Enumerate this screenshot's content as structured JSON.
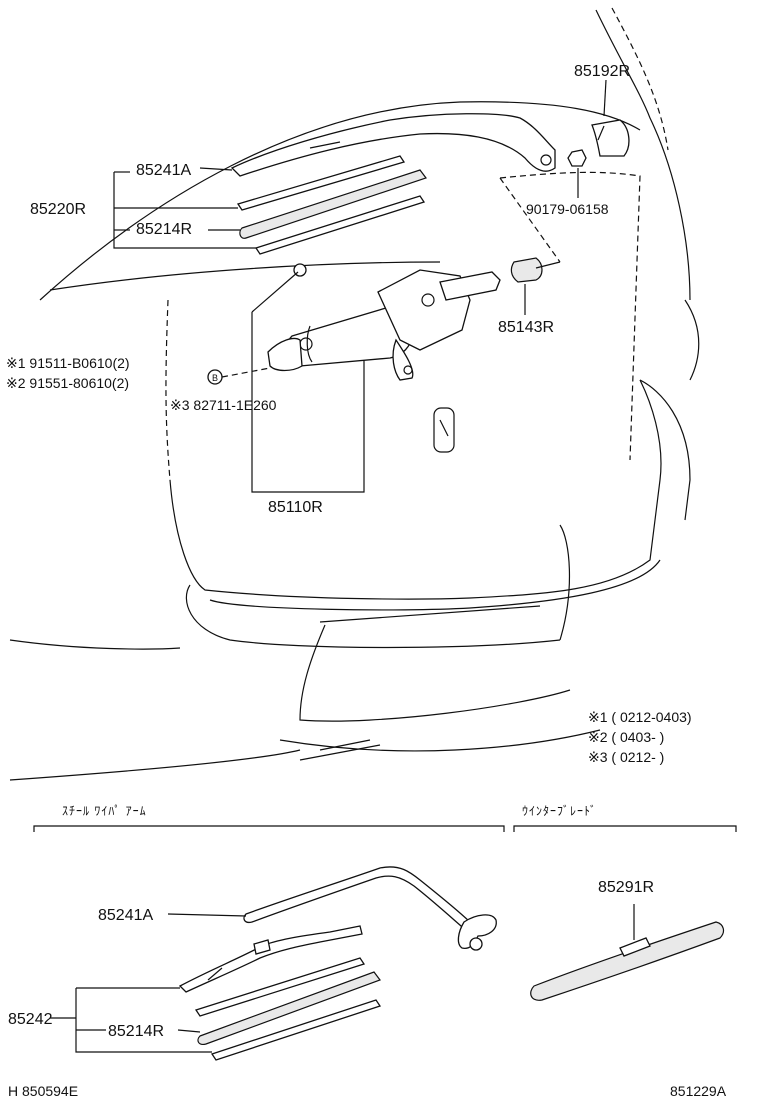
{
  "labels": {
    "p85192R": "85192R",
    "p85241A_top": "85241A",
    "p85220R": "85220R",
    "p85214R_top": "85214R",
    "p90179": "90179-06158",
    "p85143R": "85143R",
    "note1": "※1 91511-B0610(2)",
    "note2": "※2 91551-80610(2)",
    "bolt_marker": "B",
    "note3": "※3 82711-1E260",
    "p85110R": "85110R",
    "p85241A_bottom": "85241A",
    "p85242": "85242",
    "p85214R_bottom": "85214R",
    "p85291R": "85291R"
  },
  "legend": {
    "line1": "※1 ( 0212-0403)",
    "line2": "※2 ( 0403-        )",
    "line3": "※3 ( 0212-        )"
  },
  "sections": {
    "steel_wiper_arm": "ｽﾁｰﾙ ﾜｲﾊﾟ ｱｰﾑ",
    "winter_blade": "ｳｲﾝﾀｰﾌﾞﾚｰﾄﾞ"
  },
  "footer": {
    "left_code": "H 850594E",
    "right_code": "851229A"
  }
}
